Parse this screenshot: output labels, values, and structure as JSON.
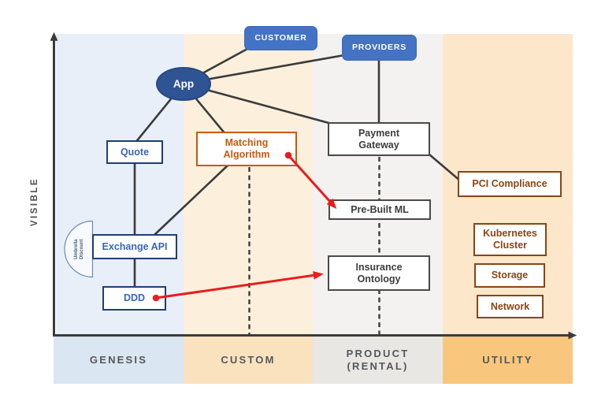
{
  "map": {
    "y_axis_label": "VISIBLE",
    "stages": [
      {
        "label": "GENESIS",
        "region_color": "#E9EFF8",
        "band_color": "#DBE6F3"
      },
      {
        "label": "CUSTOM",
        "region_color": "#FCF0DC",
        "band_color": "#FBE2BE"
      },
      {
        "label": "PRODUCT (RENTAL)",
        "region_color": "#F3F2F0",
        "band_color": "#E8E7E4"
      },
      {
        "label": "UTILITY",
        "region_color": "#FCE7CB",
        "band_color": "#F8C77D"
      }
    ],
    "nodes": {
      "customer": "CUSTOMER",
      "providers": "PROVIDERS",
      "app": "App",
      "quote": "Quote",
      "exchange_api": "Exchange API",
      "ddd": "DDD",
      "matching_algorithm": "Matching Algorithm",
      "payment_gateway": "Payment Gateway",
      "pre_built_ml": "Pre-Built ML",
      "insurance_ontology": "Insurance Ontology",
      "pci_compliance": "PCI Compliance",
      "kubernetes_cluster": "Kubernetes Cluster",
      "storage": "Storage",
      "network": "Network"
    },
    "annotation": "Umbrella Discount",
    "colors": {
      "actor_blue": "#4472C4",
      "app_fill": "#2F5494",
      "navy_border": "#1F3E72",
      "blue_text": "#3A66B5",
      "orange": "#C8590F",
      "brown": "#8A4512",
      "gray_box_border": "#4A4A4A",
      "gray_box_text": "#3D3D3D",
      "connection_line": "#3B3B3B",
      "red_arrow": "#EA1C1C",
      "stage_label": "#54585C"
    }
  }
}
